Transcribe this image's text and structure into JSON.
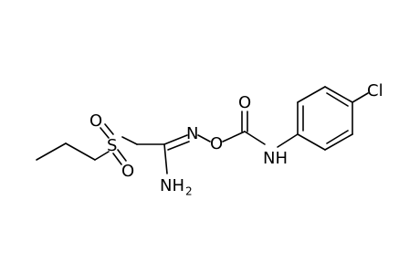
{
  "structure": {
    "atoms": {
      "sulfur": "S",
      "sulfonyl_oxygen_top": "O",
      "sulfonyl_oxygen_bottom": "O",
      "imine_nitrogen": "N",
      "ether_oxygen": "O",
      "carbonyl_oxygen": "O",
      "amide_nitrogen": "NH",
      "amine_nitrogen": "NH",
      "amine_subscript": "2",
      "chlorine": "Cl"
    },
    "colors": {
      "bond": "#000000",
      "label": "#000000",
      "background": "#ffffff"
    }
  }
}
